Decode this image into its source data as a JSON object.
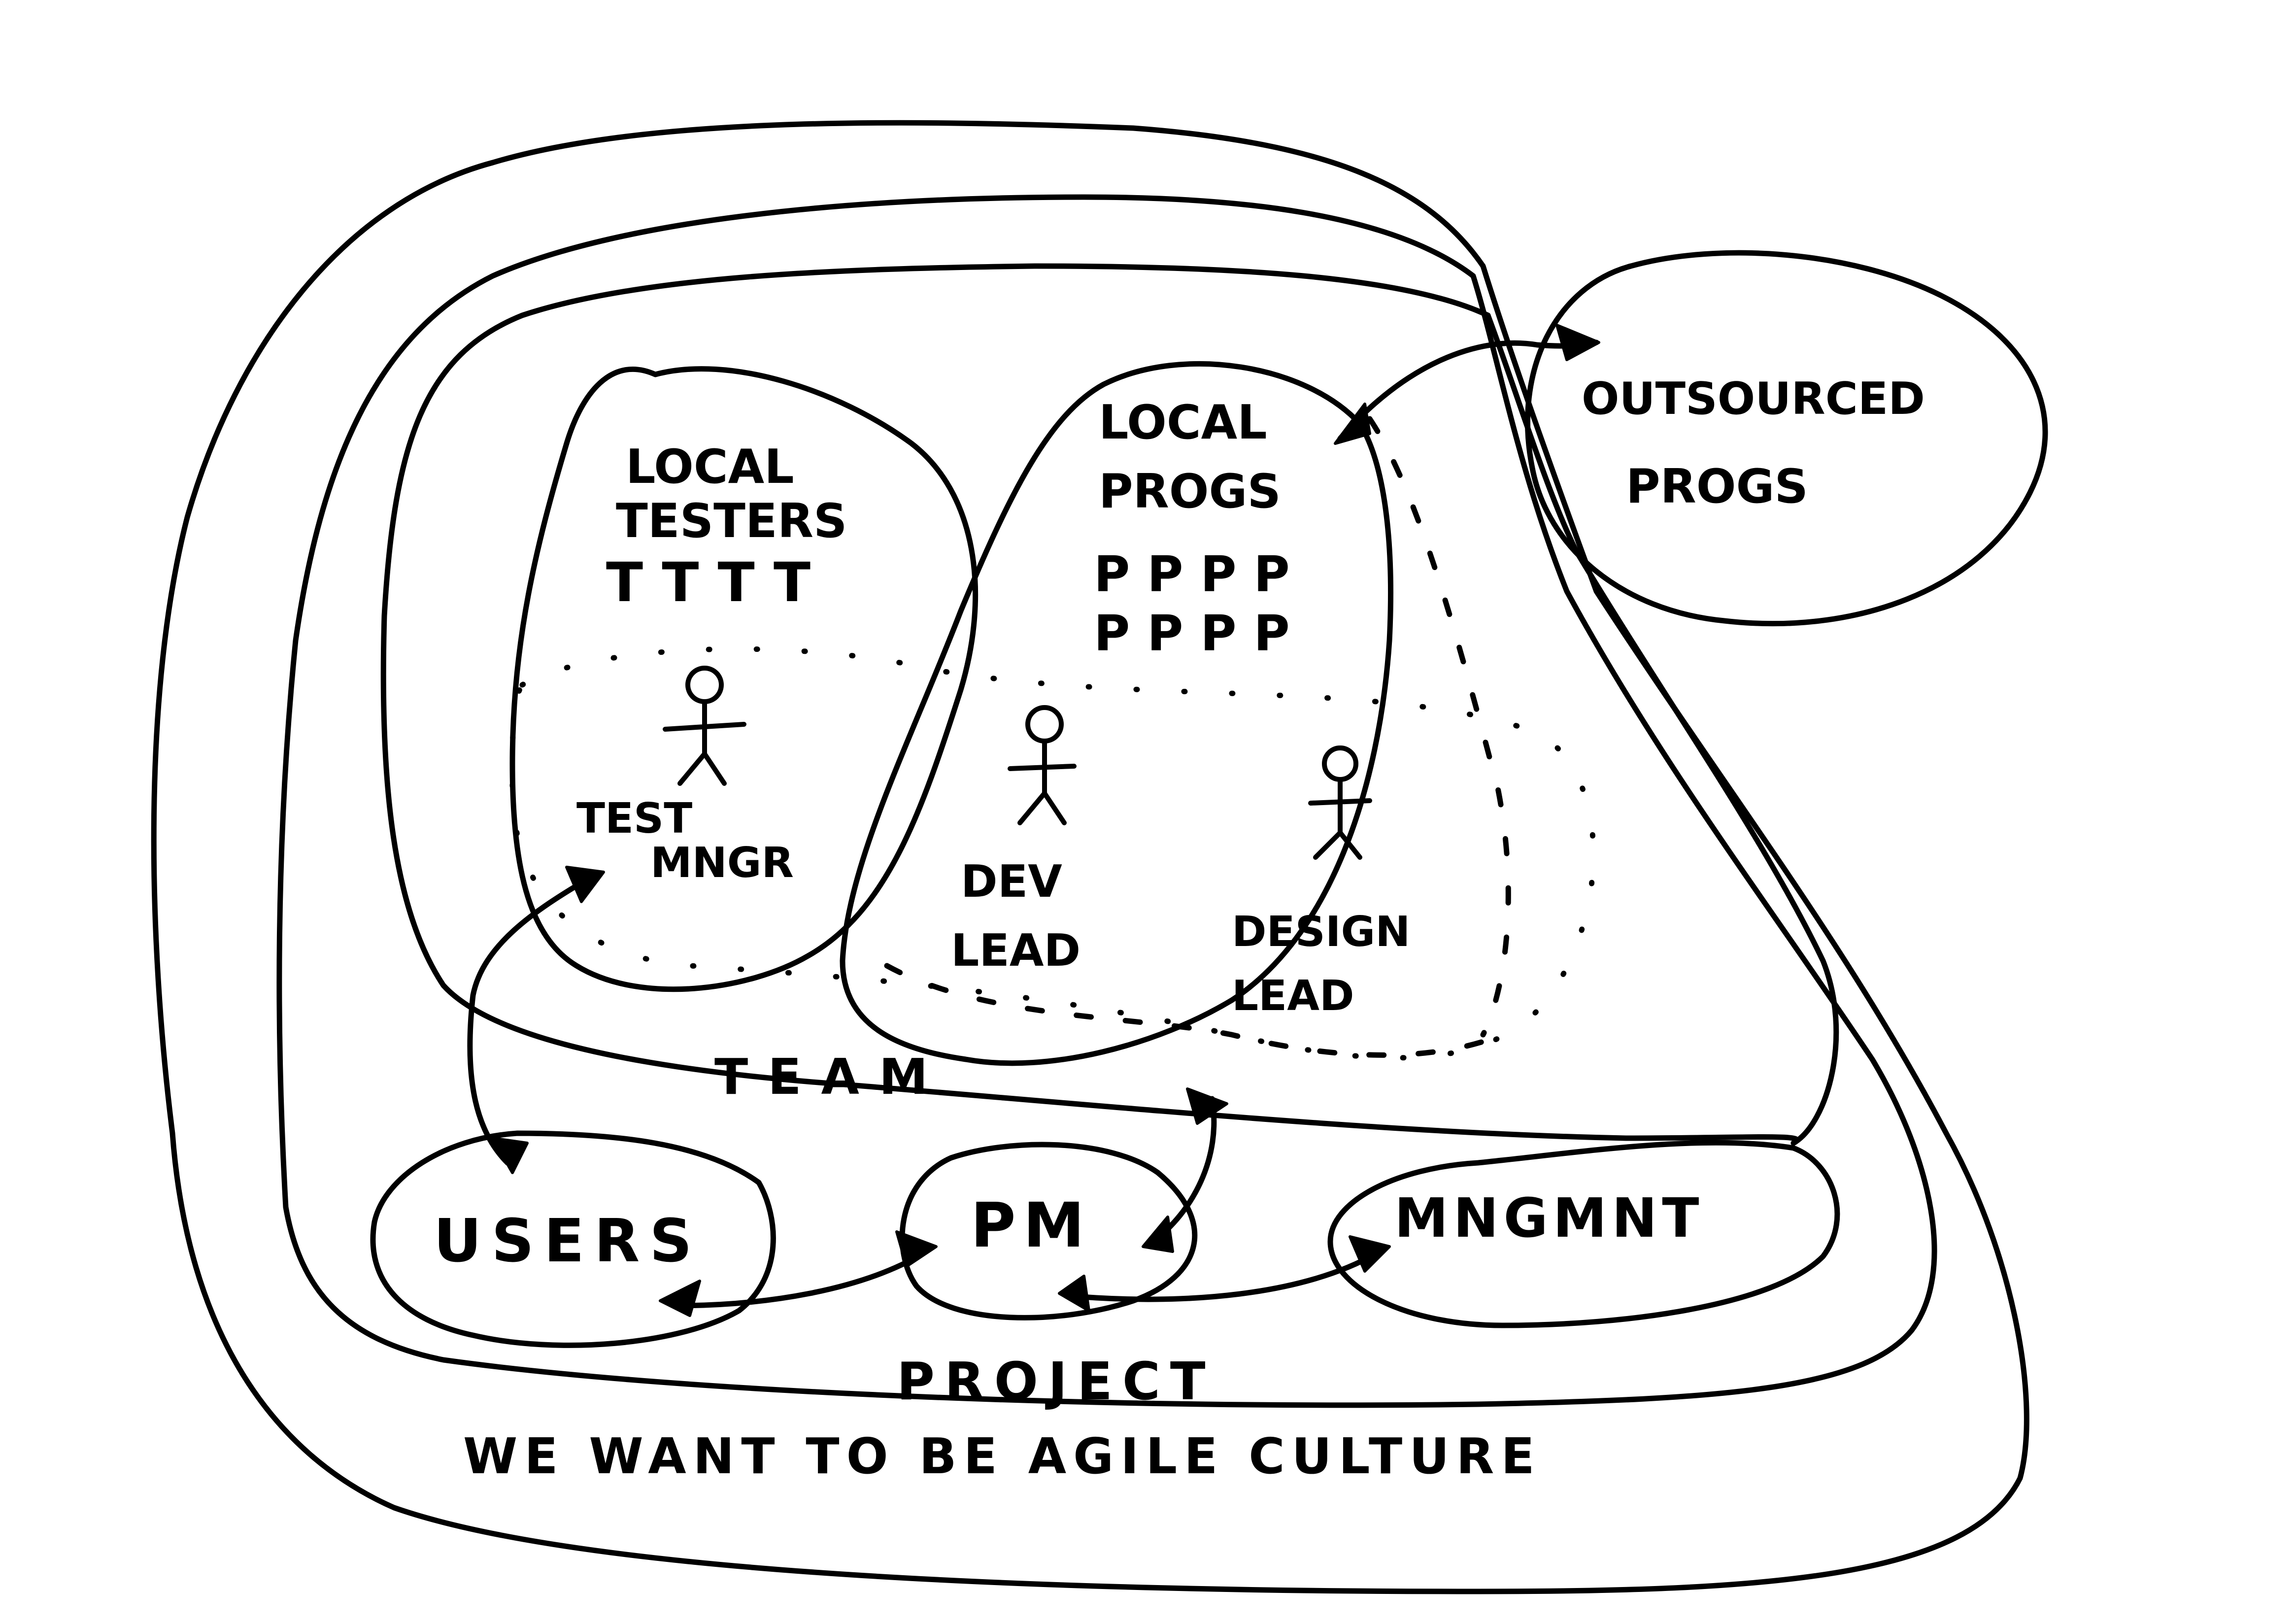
{
  "diagram": {
    "culture_label": "WE WANT TO BE AGILE CULTURE",
    "project_label": "PROJECT",
    "team_label": "TEAM",
    "local_testers": {
      "line1": "LOCAL",
      "line2": "TESTERS",
      "members": "T T T T"
    },
    "local_progs": {
      "line1": "LOCAL",
      "line2": "PROGS",
      "members1": "P P P P",
      "members2": "P P P P"
    },
    "outsourced_progs": {
      "line1": "OUTSOURCED",
      "line2": "PROGS"
    },
    "test_manager": {
      "line1": "TEST",
      "line2": "MNGR"
    },
    "dev_lead": {
      "line1": "DEV",
      "line2": "LEAD"
    },
    "design_lead": {
      "line1": "DESIGN",
      "line2": "LEAD"
    },
    "users_label": "USERS",
    "pm_label": "PM",
    "management_label": "MNGMNT"
  }
}
